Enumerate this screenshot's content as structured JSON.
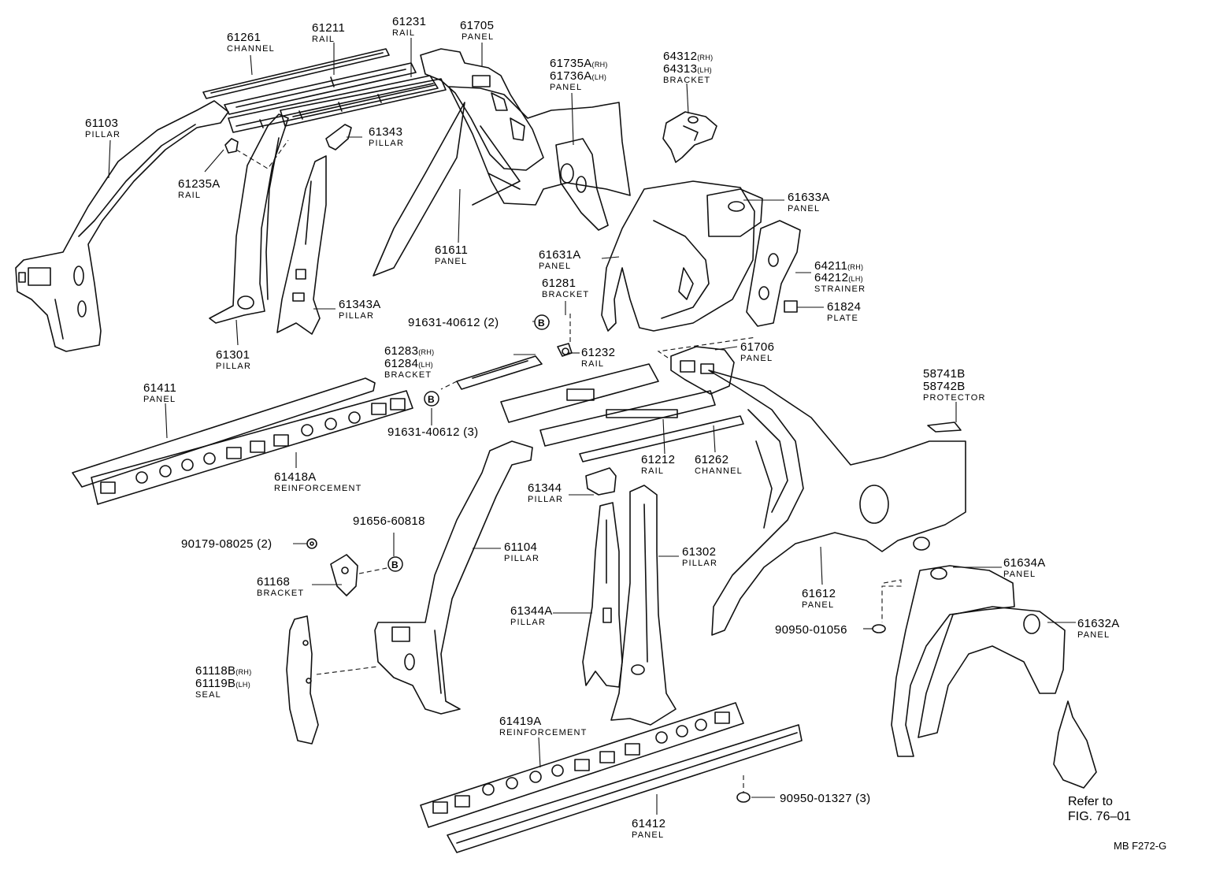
{
  "parts": [
    {
      "id": "p61261",
      "num": "61261",
      "name": "CHANNEL"
    },
    {
      "id": "p61211",
      "num": "61211",
      "name": "RAIL"
    },
    {
      "id": "p61231",
      "num": "61231",
      "name": "RAIL"
    },
    {
      "id": "p61705",
      "num": "61705",
      "name": "PANEL"
    },
    {
      "id": "p61735",
      "num": "61735A",
      "num_side": "(RH)",
      "num2": "61736A",
      "num2_side": "(LH)",
      "name": "PANEL"
    },
    {
      "id": "p64312",
      "num": "64312",
      "num_side": "(RH)",
      "num2": "64313",
      "num2_side": "(LH)",
      "name": "BRACKET"
    },
    {
      "id": "p61103",
      "num": "61103",
      "name": "PILLAR"
    },
    {
      "id": "p61343",
      "num": "61343",
      "name": "PILLAR"
    },
    {
      "id": "p61235A",
      "num": "61235A",
      "name": "RAIL"
    },
    {
      "id": "p61633A",
      "num": "61633A",
      "name": "PANEL"
    },
    {
      "id": "p61611",
      "num": "61611",
      "name": "PANEL"
    },
    {
      "id": "p61631A",
      "num": "61631A",
      "name": "PANEL"
    },
    {
      "id": "p64211",
      "num": "64211",
      "num_side": "(RH)",
      "num2": "64212",
      "num2_side": "(LH)",
      "name": "STRAINER"
    },
    {
      "id": "p61281",
      "num": "61281",
      "name": "BRACKET"
    },
    {
      "id": "p61343A",
      "num": "61343A",
      "name": "PILLAR"
    },
    {
      "id": "p61824",
      "num": "61824",
      "name": "PLATE"
    },
    {
      "id": "p61301",
      "num": "61301",
      "name": "PILLAR"
    },
    {
      "id": "p61283",
      "num": "61283",
      "num_side": "(RH)",
      "num2": "61284",
      "num2_side": "(LH)",
      "name": "BRACKET"
    },
    {
      "id": "p61232",
      "num": "61232",
      "name": "RAIL"
    },
    {
      "id": "p61706",
      "num": "61706",
      "name": "PANEL"
    },
    {
      "id": "p61411",
      "num": "61411",
      "name": "PANEL"
    },
    {
      "id": "p58741B",
      "num": "58741B",
      "num2": "58742B",
      "name": "PROTECTOR"
    },
    {
      "id": "p61212",
      "num": "61212",
      "name": "RAIL"
    },
    {
      "id": "p61262",
      "num": "61262",
      "name": "CHANNEL"
    },
    {
      "id": "p61418A",
      "num": "61418A",
      "name": "REINFORCEMENT"
    },
    {
      "id": "p61344",
      "num": "61344",
      "name": "PILLAR"
    },
    {
      "id": "p61104",
      "num": "61104",
      "name": "PILLAR"
    },
    {
      "id": "p61302",
      "num": "61302",
      "name": "PILLAR"
    },
    {
      "id": "p61634A",
      "num": "61634A",
      "name": "PANEL"
    },
    {
      "id": "p61168",
      "num": "61168",
      "name": "BRACKET"
    },
    {
      "id": "p61612",
      "num": "61612",
      "name": "PANEL"
    },
    {
      "id": "p61632A",
      "num": "61632A",
      "name": "PANEL"
    },
    {
      "id": "p61344A",
      "num": "61344A",
      "name": "PILLAR"
    },
    {
      "id": "p61118B",
      "num": "61118B",
      "num_side": "(RH)",
      "num2": "61119B",
      "num2_side": "(LH)",
      "name": "SEAL"
    },
    {
      "id": "p61419A",
      "num": "61419A",
      "name": "REINFORCEMENT"
    },
    {
      "id": "p61412",
      "num": "61412",
      "name": "PANEL"
    }
  ],
  "fasteners": [
    {
      "id": "f1",
      "label": "91631-40612 (2)"
    },
    {
      "id": "f2",
      "label": "91631-40612 (3)"
    },
    {
      "id": "f3",
      "label": "91656-60818"
    },
    {
      "id": "f4",
      "label": "90179-08025 (2)"
    },
    {
      "id": "f5",
      "label": "90950-01056"
    },
    {
      "id": "f6",
      "label": "90950-01327 (3)"
    }
  ],
  "badge_letter": "B",
  "reference": {
    "line1": "Refer to",
    "line2": "FIG. 76–01"
  },
  "figure_code": "MB F272-G"
}
